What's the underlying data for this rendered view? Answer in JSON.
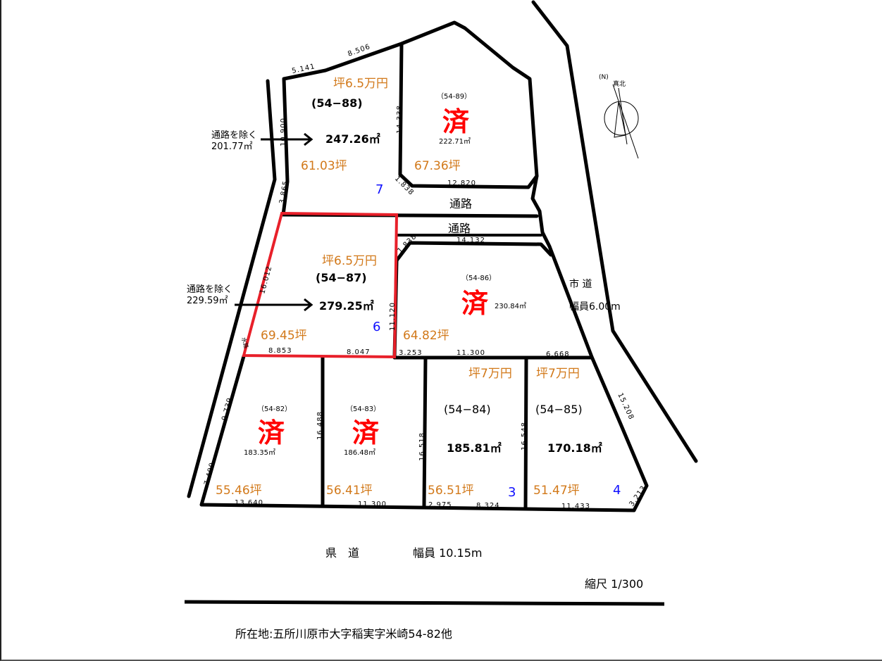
{
  "lots": [
    {
      "id": "(54−88)",
      "price": "坪6.5万円",
      "area_m2": "247.26㎡",
      "tsubo": "61.03坪",
      "excl_label": "通路を除く",
      "excl_area": "201.77㎡",
      "number": "7",
      "sold": false
    },
    {
      "id": "（54-89）",
      "area_m2": "222.71㎡",
      "tsubo": "67.36坪",
      "sold": true
    },
    {
      "id": "(54−87)",
      "price": "坪6.5万円",
      "area_m2": "279.25㎡",
      "tsubo": "69.45坪",
      "excl_label": "通路を除く",
      "excl_area": "229.59㎡",
      "number": "6",
      "sold": false,
      "highlight": true
    },
    {
      "id": "（54-86）",
      "area_m2": "230.84㎡",
      "tsubo": "64.82坪",
      "sold": true
    },
    {
      "id": "（54-82）",
      "area_m2": "183.35㎡",
      "tsubo": "55.46坪",
      "sold": true
    },
    {
      "id": "（54-83）",
      "area_m2": "186.48㎡",
      "tsubo": "56.41坪",
      "sold": true
    },
    {
      "id": "(54−84)",
      "price": "坪7万円",
      "area_m2": "185.81㎡",
      "tsubo": "56.51坪",
      "number": "3",
      "sold": false
    },
    {
      "id": "(54−85)",
      "price": "坪7万円",
      "area_m2": "170.18㎡",
      "tsubo": "51.47坪",
      "number": "4",
      "sold": false
    }
  ],
  "sold_mark": "済",
  "passage_label": "通路",
  "city_road": {
    "label": "市 道",
    "width": "幅員6.00m"
  },
  "pref_road": {
    "label": "県　道",
    "width": "幅員 10.15m"
  },
  "scale": "縮尺 1/300",
  "compass": {
    "n": "(N)",
    "true_north": "真北"
  },
  "waterway": "水路",
  "dimensions": {
    "d1": "5.141",
    "d2": "8.506",
    "d3": "10.900",
    "d4": "14.338",
    "d5": "1.838",
    "d6": "12.820",
    "d7": "3.865",
    "d8": "1.838",
    "d9": "14.132",
    "d10": "16.012",
    "d11": "11.120",
    "d12": "8.853",
    "d13": "8.047",
    "d14": "3.253",
    "d15": "11.300",
    "d16": "6.668",
    "d17": "9.739",
    "d18": "7.400",
    "d19": "16.488",
    "d20": "16.518",
    "d21": "16.548",
    "d22": "15.208",
    "d23": "13.640",
    "d24": "11.300",
    "d25": "2.975",
    "d26": "8.324",
    "d27": "11.433",
    "d28": "3.213"
  },
  "location": "所在地:五所川原市大字稲実字米崎54-82他",
  "colors": {
    "price": "#d2791a",
    "sold": "#ff0000",
    "highlight": "#e8202a",
    "number": "#1010ff"
  }
}
